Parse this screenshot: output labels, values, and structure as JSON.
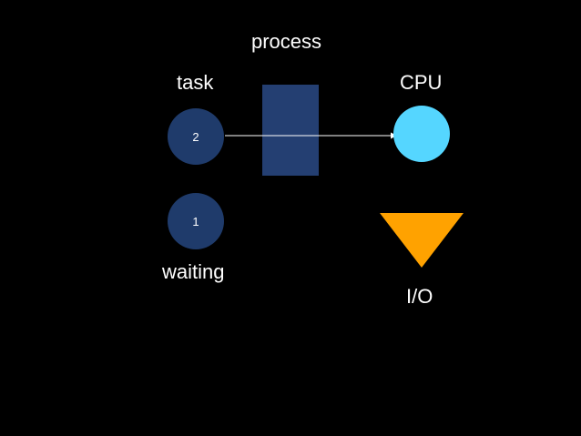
{
  "labels": {
    "process": "process",
    "task": "task",
    "cpu": "CPU",
    "waiting": "waiting",
    "io": "I/O"
  },
  "tasks": [
    {
      "id": "2"
    },
    {
      "id": "1"
    }
  ],
  "colors": {
    "background": "#000000",
    "task_fill": "#1f3b6b",
    "process_fill": "#243f72",
    "cpu_fill": "#55d6ff",
    "io_fill": "#ffa200",
    "arrow": "#ffffff",
    "text": "#ffffff"
  },
  "icons": {
    "cpu": "cpu-circle",
    "io": "io-triangle",
    "process": "process-block"
  }
}
